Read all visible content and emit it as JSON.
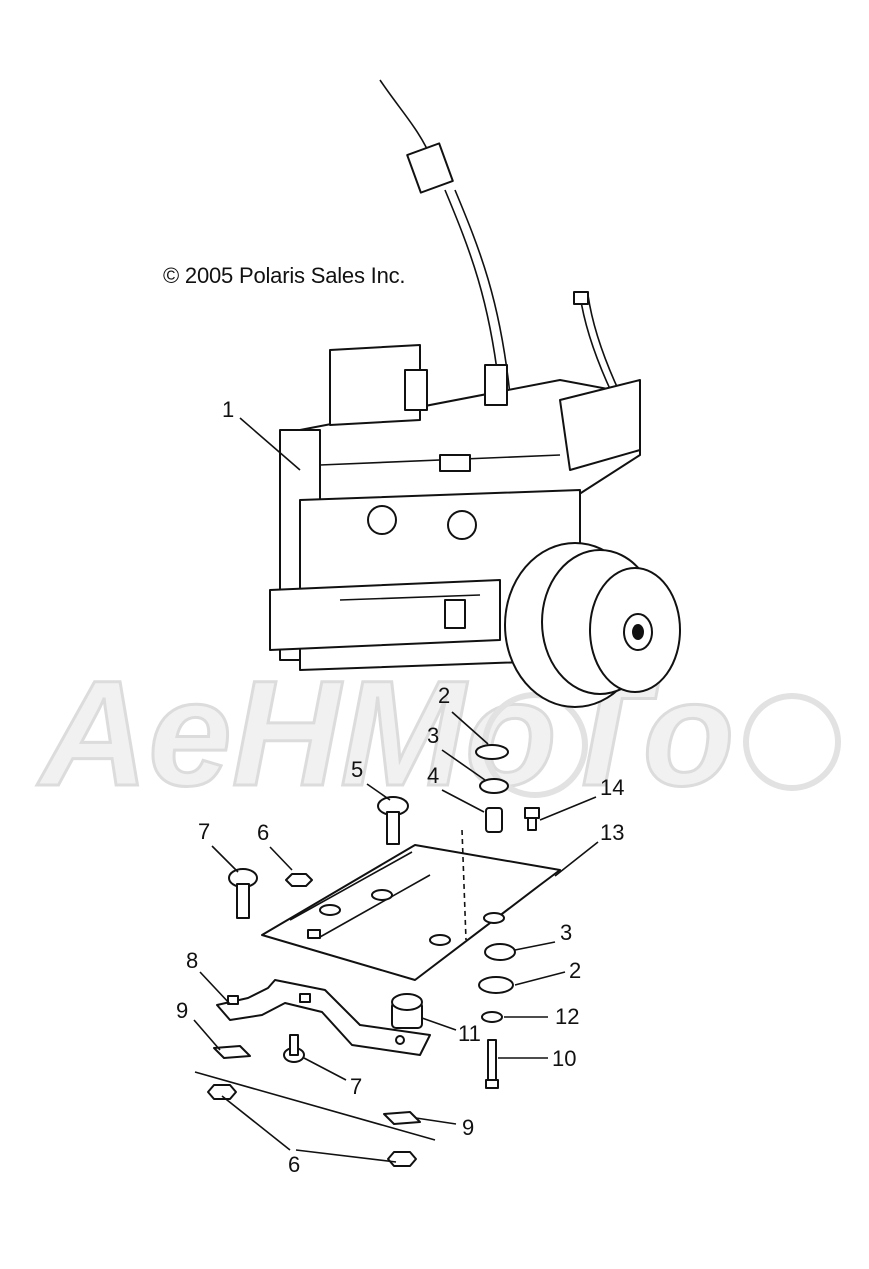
{
  "copyright": "© 2005 Polaris Sales Inc.",
  "watermark": "AeHMoTo",
  "callouts": [
    {
      "id": "1",
      "label": "1"
    },
    {
      "id": "2a",
      "label": "2"
    },
    {
      "id": "3a",
      "label": "3"
    },
    {
      "id": "4",
      "label": "4"
    },
    {
      "id": "5",
      "label": "5"
    },
    {
      "id": "14",
      "label": "14"
    },
    {
      "id": "7a",
      "label": "7"
    },
    {
      "id": "6a",
      "label": "6"
    },
    {
      "id": "13",
      "label": "13"
    },
    {
      "id": "3b",
      "label": "3"
    },
    {
      "id": "2b",
      "label": "2"
    },
    {
      "id": "8",
      "label": "8"
    },
    {
      "id": "11",
      "label": "11"
    },
    {
      "id": "12",
      "label": "12"
    },
    {
      "id": "9a",
      "label": "9"
    },
    {
      "id": "10",
      "label": "10"
    },
    {
      "id": "7b",
      "label": "7"
    },
    {
      "id": "9b",
      "label": "9"
    },
    {
      "id": "6b",
      "label": "6"
    }
  ]
}
